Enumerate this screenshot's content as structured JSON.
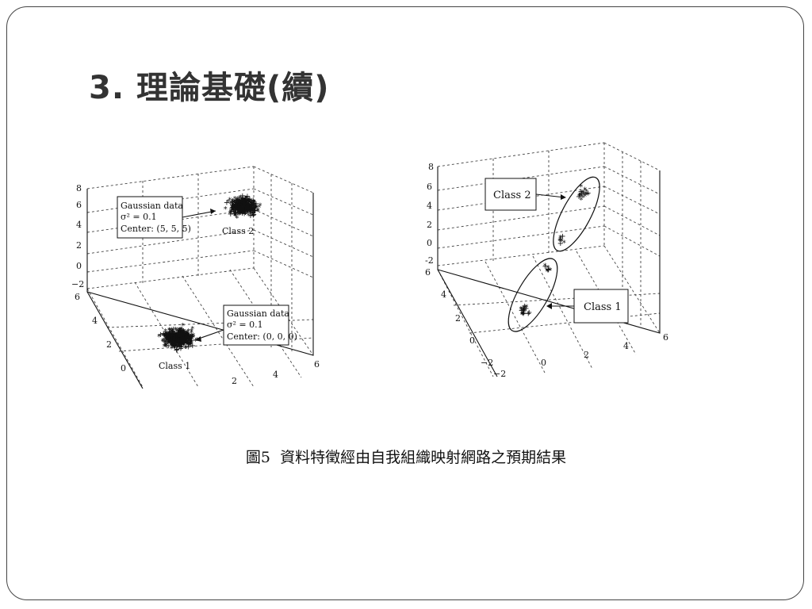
{
  "slide": {
    "title": "3. 理論基礎(續)",
    "caption_prefix": "圖5",
    "caption_text": "資料特徵經由自我組織映射網路之預期結果"
  },
  "chart_data": [
    {
      "type": "scatter",
      "projection": "3d",
      "axis_ticks": {
        "z": [
          "8",
          "6",
          "4",
          "2",
          "0",
          "−2"
        ],
        "y": [
          "6",
          "4",
          "2",
          "0"
        ],
        "x": [
          "2",
          "4",
          "6"
        ]
      },
      "clusters": [
        {
          "label": "Class 1",
          "center": [
            0,
            0,
            0
          ],
          "variance": 0.1,
          "annotation": {
            "line1": "Gaussian data",
            "line2": "σ² = 0.1",
            "line3": "Center: (0, 0, 0)"
          }
        },
        {
          "label": "Class 2",
          "center": [
            5,
            5,
            5
          ],
          "variance": 0.1,
          "annotation": {
            "line1": "Gaussian data",
            "line2": "σ² = 0.1",
            "line3": "Center: (5, 5, 5)"
          }
        }
      ]
    },
    {
      "type": "scatter",
      "projection": "3d",
      "axis_ticks": {
        "z": [
          "8",
          "6",
          "4",
          "2",
          "0",
          "-2"
        ],
        "y": [
          "6",
          "4",
          "2",
          "0",
          "−2"
        ],
        "x": [
          "−2",
          "0",
          "2",
          "4",
          "6"
        ]
      },
      "clusters": [
        {
          "label": "Class 2",
          "enclosed": true
        },
        {
          "label": "Class 1",
          "enclosed": true
        }
      ]
    }
  ]
}
